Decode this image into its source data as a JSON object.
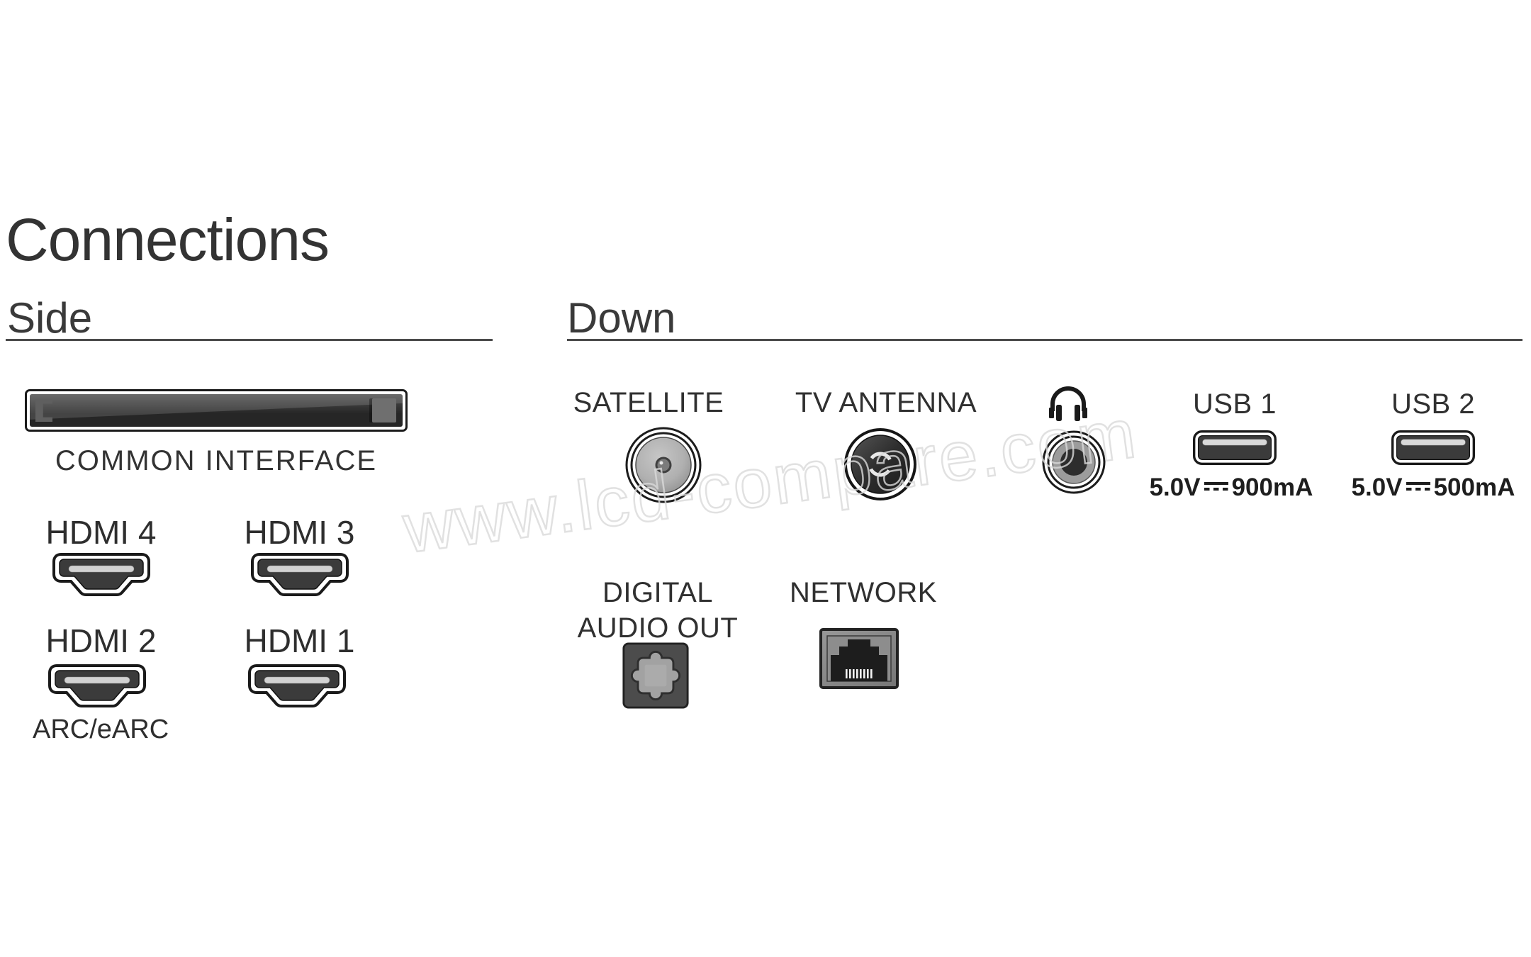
{
  "page": {
    "title": "Connections"
  },
  "watermark": {
    "text": "www.lcd-compare.com"
  },
  "sections": {
    "side": {
      "label": "Side",
      "common_interface": {
        "label": "COMMON INTERFACE",
        "icon": "common-interface-slot-icon"
      },
      "hdmi_ports": [
        {
          "label": "HDMI 4",
          "icon": "hdmi-port-icon"
        },
        {
          "label": "HDMI 3",
          "icon": "hdmi-port-icon"
        },
        {
          "label": "HDMI 2",
          "sublabel": "ARC/eARC",
          "icon": "hdmi-port-icon"
        },
        {
          "label": "HDMI 1",
          "icon": "hdmi-port-icon"
        }
      ]
    },
    "down": {
      "label": "Down",
      "satellite": {
        "label": "SATELLITE",
        "icon": "coax-f-connector-icon"
      },
      "tv_antenna": {
        "label": "TV ANTENNA",
        "icon": "coax-iec-connector-icon"
      },
      "headphones": {
        "icon": "headphones-icon",
        "jack_icon": "audio-jack-icon"
      },
      "usb1": {
        "label": "USB 1",
        "voltage": "5.0V",
        "current": "900mA",
        "icon": "usb-port-icon",
        "dc_icon": "dc-voltage-icon"
      },
      "usb2": {
        "label": "USB 2",
        "voltage": "5.0V",
        "current": "500mA",
        "icon": "usb-port-icon",
        "dc_icon": "dc-voltage-icon"
      },
      "digital_audio_out": {
        "label_line1": "DIGITAL",
        "label_line2": "AUDIO OUT",
        "icon": "toslink-port-icon"
      },
      "network": {
        "label": "NETWORK",
        "icon": "ethernet-port-icon"
      }
    }
  },
  "colors": {
    "background": "#ffffff",
    "text": "#333333",
    "port_dark": "#3b3b3b",
    "slot_bar": "#d6d6d6",
    "watermark_stroke": "#dadada"
  }
}
